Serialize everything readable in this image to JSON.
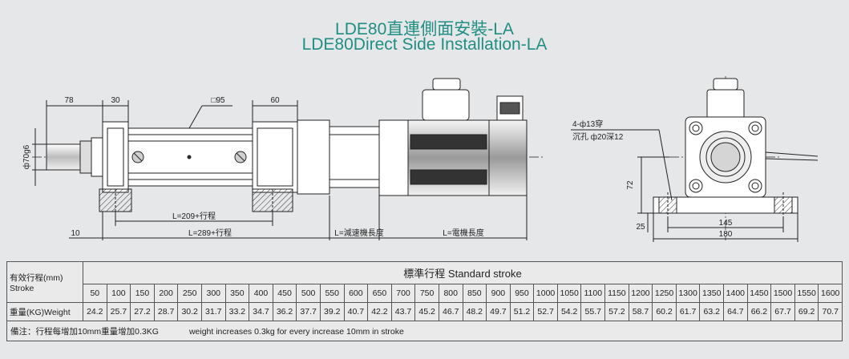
{
  "title_cn": "LDE80直連側面安裝-LA",
  "title_en": "LDE80Direct  Side Installation-LA",
  "dims": {
    "d78": "78",
    "d30": "30",
    "d60": "60",
    "sq95": "□95",
    "phi70": "ф70g6",
    "d10": "10",
    "L209": "L=209+行程",
    "L289": "L=289+行程",
    "Lreducer": "L=減速機長度",
    "Lmotor": "L=電機長度",
    "holes1": "4-ф13穿",
    "holes2": "沉孔 ф20深12",
    "d72": "72",
    "d25": "25",
    "d145": "145",
    "d180": "180"
  },
  "table": {
    "header_cn": "有效行程(mm)",
    "header_en": "Stroke",
    "standard_stroke": "標準行程   Standard stroke",
    "weight_label": "重量(KG)Weight",
    "strokes": [
      "50",
      "100",
      "150",
      "200",
      "250",
      "300",
      "350",
      "400",
      "450",
      "500",
      "550",
      "600",
      "650",
      "700",
      "750",
      "800",
      "850",
      "900",
      "950",
      "1000",
      "1050",
      "1100",
      "1150",
      "1200",
      "1250",
      "1300",
      "1350",
      "1400",
      "1450",
      "1500",
      "1550",
      "1600"
    ],
    "weights": [
      "24.2",
      "25.7",
      "27.2",
      "28.7",
      "30.2",
      "31.7",
      "33.2",
      "34.7",
      "36.2",
      "37.7",
      "39.2",
      "40.7",
      "42.2",
      "43.7",
      "45.2",
      "46.7",
      "48.2",
      "49.7",
      "51.2",
      "52.7",
      "54.2",
      "55.7",
      "57.2",
      "58.7",
      "60.2",
      "61.7",
      "63.2",
      "64.7",
      "66.2",
      "67.7",
      "69.2",
      "70.7"
    ],
    "note_cn": "備注：行程每增加10mm重量增加0.3KG",
    "note_en": "weight increases 0.3kg for every increase 10mm in stroke"
  }
}
